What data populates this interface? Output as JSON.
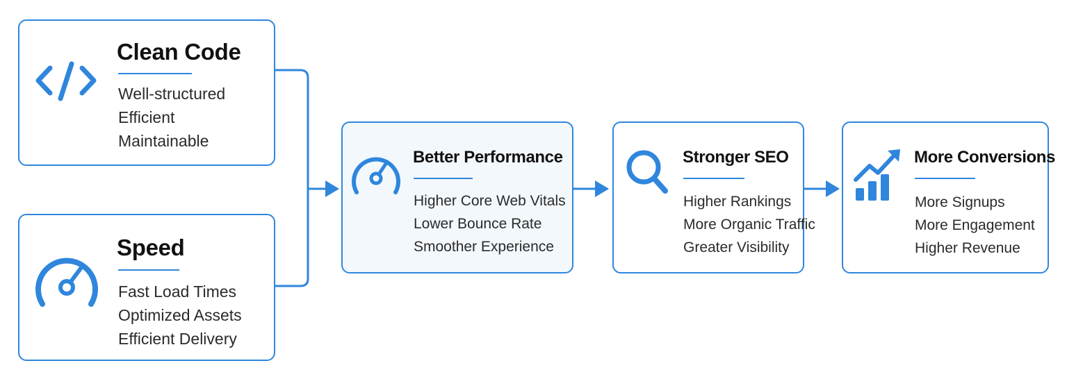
{
  "accent_color": "#2f86dc",
  "cards": {
    "clean_code": {
      "icon": "code-brackets-icon",
      "title": "Clean Code",
      "items": [
        "Well-structured",
        "Efficient",
        "Maintainable"
      ]
    },
    "speed": {
      "icon": "speedometer-icon",
      "title": "Speed",
      "items": [
        "Fast Load Times",
        "Optimized Assets",
        "Efficient Delivery"
      ]
    },
    "performance": {
      "icon": "speedometer-icon",
      "title": "Better Performance",
      "items": [
        "Higher Core Web Vitals",
        "Lower Bounce Rate",
        "Smoother Experience"
      ]
    },
    "seo": {
      "icon": "magnifier-icon",
      "title": "Stronger SEO",
      "items": [
        "Higher Rankings",
        "More Organic Traffic",
        "Greater Visibility"
      ]
    },
    "conversions": {
      "icon": "growth-chart-icon",
      "title": "More Conversions",
      "items": [
        "More Signups",
        "More Engagement",
        "Higher Revenue"
      ]
    }
  }
}
